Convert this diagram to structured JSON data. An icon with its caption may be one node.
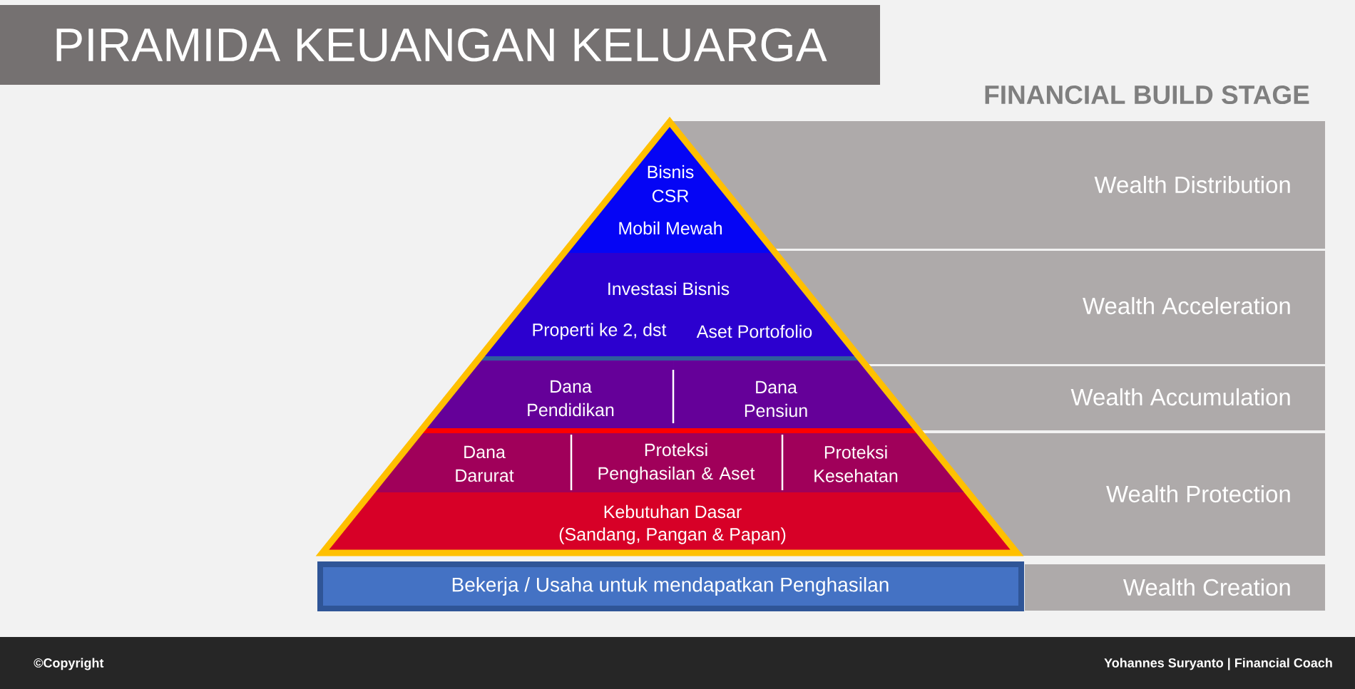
{
  "diagram": {
    "title": "PIRAMIDA KEUANGAN KELUARGA",
    "nodes": [
      {
        "text": [
          "Bisnis",
          "CSR",
          "Mobil Mewah"
        ]
      },
      {
        "text": [
          "Wealth Distribution"
        ]
      },
      {
        "text": [
          "Investasi Bisnis",
          "Properti ke 2, dst",
          "Aset Portofolio"
        ]
      },
      {
        "text": [
          "Wealth Acceleration"
        ]
      },
      {
        "text": [
          "Dana Pendidikan"
        ]
      },
      {
        "text": [
          "Dana Pensiun"
        ]
      },
      {
        "text": [
          "Wealth Accumulation"
        ]
      },
      {
        "text": [
          "Dana Darurat"
        ]
      },
      {
        "text": [
          "Proteksi Penghasilan & Aset"
        ]
      },
      {
        "text": [
          "Proteksi Kesehatan"
        ]
      },
      {
        "text": [
          "Kebutuhan Dasar",
          "(Sandang, Pangan & Papan)"
        ]
      },
      {
        "text": [
          "Wealth Protection"
        ]
      },
      {
        "text": [
          "Bekerja / Usaha untuk mendapatkan Penghasilan"
        ]
      },
      {
        "text": [
          "Wealth Creation"
        ]
      }
    ],
    "labels": [
      "FINANCIAL BUILD STAGE",
      "©Copyright",
      "Yohannes Suryanto | Financial Coach"
    ]
  }
}
